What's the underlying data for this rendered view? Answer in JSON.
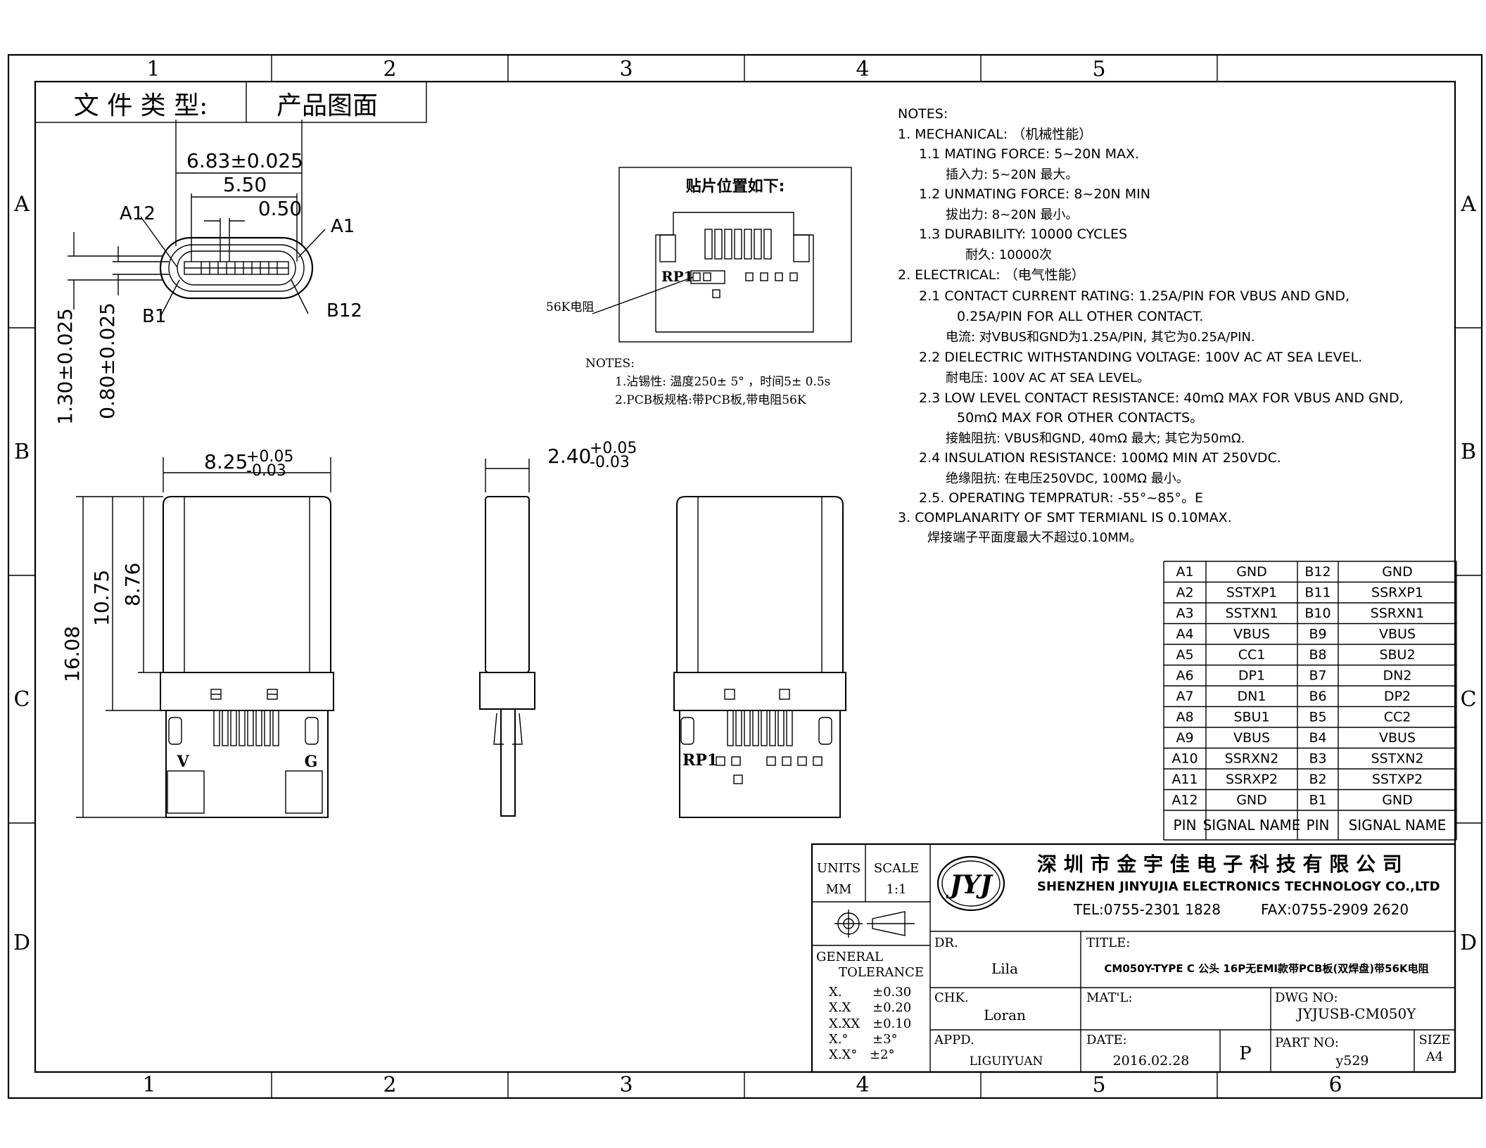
{
  "frame": {
    "col_numbers_top": [
      "1",
      "2",
      "3",
      "4",
      "5"
    ],
    "col_numbers_bottom": [
      "1",
      "2",
      "3",
      "4",
      "5",
      "6"
    ],
    "row_letters": [
      "A",
      "B",
      "C",
      "D"
    ]
  },
  "doc_type": {
    "label": "文 件 类 型:",
    "value": "产品图面"
  },
  "top_view": {
    "dim_overall": "6.83±0.025",
    "dim_pitch_span": "5.50",
    "dim_pitch": "0.50",
    "label_a12": "A12",
    "label_a1": "A1",
    "label_b1": "B1",
    "label_b12": "B12",
    "dim_height": "1.30±0.025",
    "dim_inner_height": "0.80±0.025"
  },
  "pcb_view": {
    "title": "贴片位置如下:",
    "rp_label": "RP1",
    "resistor_label": "56K电阻"
  },
  "pcb_notes": {
    "heading": "NOTES:",
    "lines": [
      "1.沾锡性: 温度250± 5° ，时间5± 0.5s",
      "2.PCB板规格:带PCB板,带电阻56K"
    ]
  },
  "front_view": {
    "dim_width": "8.25",
    "tol_plus": "+0.05",
    "tol_minus": "-0.03",
    "dim_total": "16.08",
    "dim_body": "10.75",
    "dim_shell": "8.76",
    "pad_v": "V",
    "pad_g": "G"
  },
  "side_view": {
    "dim_thickness": "2.40",
    "tol_plus": "+0.05",
    "tol_minus": "-0.03"
  },
  "back_view": {
    "rp_label": "RP1"
  },
  "notes": {
    "heading": "NOTES:",
    "lines": [
      "1. MECHANICAL: （机械性能）",
      "1.1 MATING FORCE: 5~20N MAX.",
      "插入力: 5~20N 最大。",
      "1.2 UNMATING FORCE: 8~20N MIN",
      "拔出力: 8~20N 最小。",
      "1.3 DURABILITY: 10000 CYCLES",
      "耐久: 10000次",
      "2. ELECTRICAL: （电气性能）",
      "2.1 CONTACT CURRENT RATING: 1.25A/PIN FOR VBUS AND GND,",
      "0.25A/PIN FOR ALL OTHER CONTACT.",
      "电流: 对VBUS和GND为1.25A/PIN, 其它为0.25A/PIN.",
      "2.2 DIELECTRIC WITHSTANDING VOLTAGE: 100V AC AT SEA LEVEL.",
      "耐电压: 100V AC AT SEA LEVEL。",
      "2.3 LOW LEVEL CONTACT RESISTANCE: 40mΩ MAX FOR VBUS AND GND,",
      "50mΩ MAX FOR OTHER CONTACTS。",
      "接触阻抗: VBUS和GND, 40mΩ 最大; 其它为50mΩ.",
      "2.4 INSULATION RESISTANCE: 100MΩ MIN AT 250VDC.",
      "绝缘阻抗: 在电压250VDC, 100MΩ 最小。",
      "2.5. OPERATING TEMPRATUR: -55°~85°。E",
      "3. COMPLANARITY OF SMT TERMIANL IS 0.10MAX.",
      "焊接端子平面度最大不超过0.10MM。"
    ]
  },
  "pin_table": {
    "rows": [
      [
        "A1",
        "GND",
        "B12",
        "GND"
      ],
      [
        "A2",
        "SSTXP1",
        "B11",
        "SSRXP1"
      ],
      [
        "A3",
        "SSTXN1",
        "B10",
        "SSRXN1"
      ],
      [
        "A4",
        "VBUS",
        "B9",
        "VBUS"
      ],
      [
        "A5",
        "CC1",
        "B8",
        "SBU2"
      ],
      [
        "A6",
        "DP1",
        "B7",
        "DN2"
      ],
      [
        "A7",
        "DN1",
        "B6",
        "DP2"
      ],
      [
        "A8",
        "SBU1",
        "B5",
        "CC2"
      ],
      [
        "A9",
        "VBUS",
        "B4",
        "VBUS"
      ],
      [
        "A10",
        "SSRXN2",
        "B3",
        "SSTXN2"
      ],
      [
        "A11",
        "SSRXP2",
        "B2",
        "SSTXP2"
      ],
      [
        "A12",
        "GND",
        "B1",
        "GND"
      ]
    ],
    "header": [
      "PIN",
      "SIGNAL NAME",
      "PIN",
      "SIGNAL NAME"
    ]
  },
  "title_block": {
    "units_label": "UNITS",
    "units_value": "MM",
    "scale_label": "SCALE",
    "scale_value": "1:1",
    "tolerance_heading1": "GENERAL",
    "tolerance_heading2": "TOLERANCE",
    "tolerances": [
      [
        "X.",
        "±0.30"
      ],
      [
        "X.X",
        "±0.20"
      ],
      [
        "X.XX",
        "±0.10"
      ],
      [
        "X.°",
        "±3°"
      ],
      [
        "X.X°",
        "±2°"
      ]
    ],
    "logo_text": "JYJ",
    "company_cn": "深 圳 市 金 宇 佳 电 子 科 技 有 限 公 司",
    "company_en": "SHENZHEN JINYUJIA ELECTRONICS TECHNOLOGY CO.,LTD",
    "tel": "TEL:0755-2301 1828",
    "fax": "FAX:0755-2909 2620",
    "dr_label": "DR.",
    "dr_value": "Lila",
    "title_label": "TITLE:",
    "title_value": "CM050Y-TYPE C 公头 16P无EMI款带PCB板(双焊盘)带56K电阻",
    "chk_label": "CHK.",
    "chk_value": "Loran",
    "mat_label": "MAT'L:",
    "dwg_label": "DWG NO:",
    "dwg_value": "JYJUSB-CM050Y",
    "appd_label": "APPD.",
    "appd_value": "LIGUIYUAN",
    "date_label": "DATE:",
    "date_value": "2016.02.28",
    "rev_value": "P",
    "part_label": "PART NO:",
    "part_value": "y529",
    "size_label": "SIZE",
    "size_value": "A4"
  }
}
